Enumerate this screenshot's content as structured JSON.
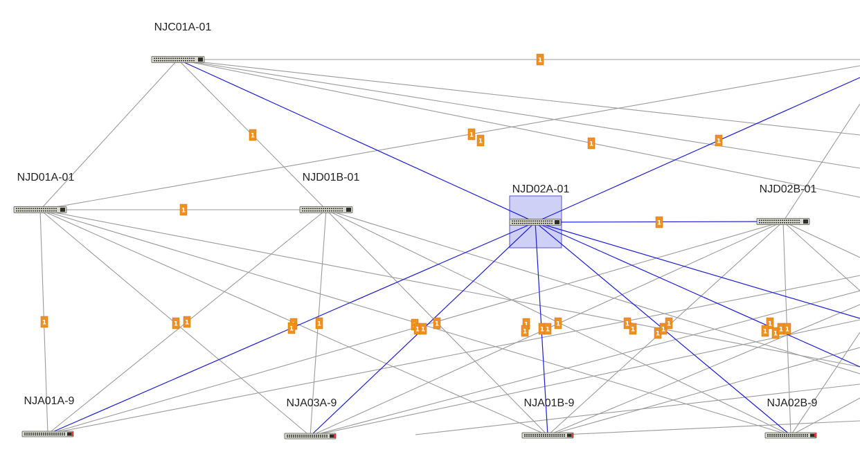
{
  "colors": {
    "link_normal": "#9a9a9a",
    "link_selected": "#1b1bd6",
    "badge": "#f0901e",
    "selection_fill": "#cfd0f5",
    "selection_stroke": "#5555cc",
    "switch_body": "#d8d8cf",
    "switch_port": "#33352f",
    "access_port": "#d43a3a"
  },
  "nodes": [
    {
      "id": "NJC01A-01",
      "label": "NJC01A-01",
      "kind": "core"
    },
    {
      "id": "NJD01A-01",
      "label": "NJD01A-01",
      "kind": "distribution"
    },
    {
      "id": "NJD01B-01",
      "label": "NJD01B-01",
      "kind": "distribution"
    },
    {
      "id": "NJD02A-01",
      "label": "NJD02A-01",
      "kind": "distribution",
      "selected": true
    },
    {
      "id": "NJD02B-01",
      "label": "NJD02B-01",
      "kind": "distribution"
    },
    {
      "id": "NJA01A-9",
      "label": "NJA01A-9",
      "kind": "access"
    },
    {
      "id": "NJA03A-9",
      "label": "NJA03A-9",
      "kind": "access"
    },
    {
      "id": "NJA01B-9",
      "label": "NJA01B-9",
      "kind": "access"
    },
    {
      "id": "NJA02B-9",
      "label": "NJA02B-9",
      "kind": "access"
    }
  ],
  "badge_text": "1"
}
